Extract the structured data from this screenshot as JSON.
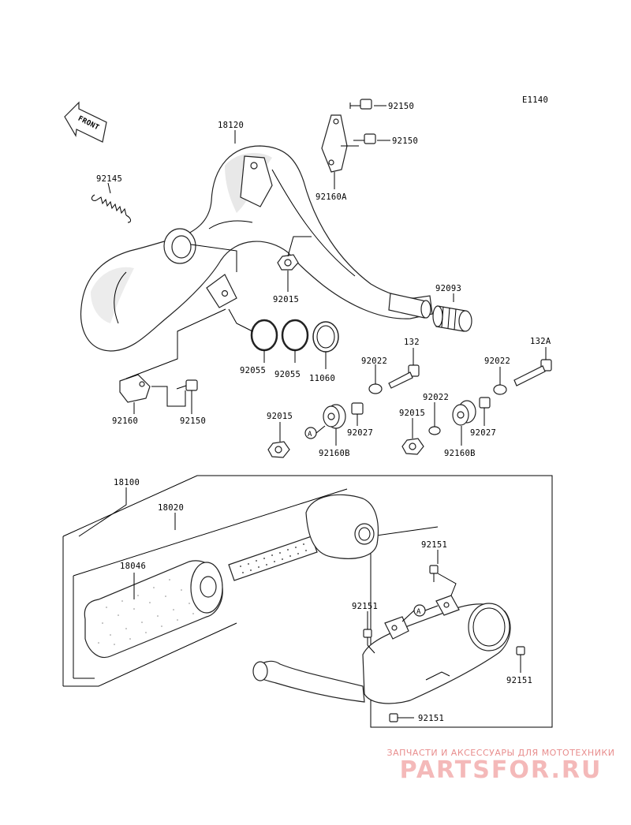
{
  "diagram_code": "E1140",
  "front_label": "FRONT",
  "labels": {
    "p18120": "18120",
    "p92150a": "92150",
    "p92150b": "92150",
    "p92160A": "92160A",
    "p92145": "92145",
    "p92015a": "92015",
    "p92093": "92093",
    "p92055a": "92055",
    "p92055b": "92055",
    "p11060": "11060",
    "p92022a": "92022",
    "p132": "132",
    "p132A": "132A",
    "p92022b": "92022",
    "p92022c": "92022",
    "p92160": "92160",
    "p92150c": "92150",
    "p92015b": "92015",
    "p92027a": "92027",
    "p92015c": "92015",
    "p92027b": "92027",
    "p92160Ba": "92160B",
    "p92160Bb": "92160B",
    "p18100": "18100",
    "p18020": "18020",
    "p18046": "18046",
    "p92151a": "92151",
    "p92151b": "92151",
    "p92151c": "92151",
    "p92151d": "92151",
    "refA1": "A",
    "refA2": "A"
  },
  "watermark": {
    "caption": "ЗАПЧАСТИ И АКСЕССУАРЫ ДЛЯ МОТОТЕХНИКИ",
    "logo": "PARTSFOR.RU"
  }
}
